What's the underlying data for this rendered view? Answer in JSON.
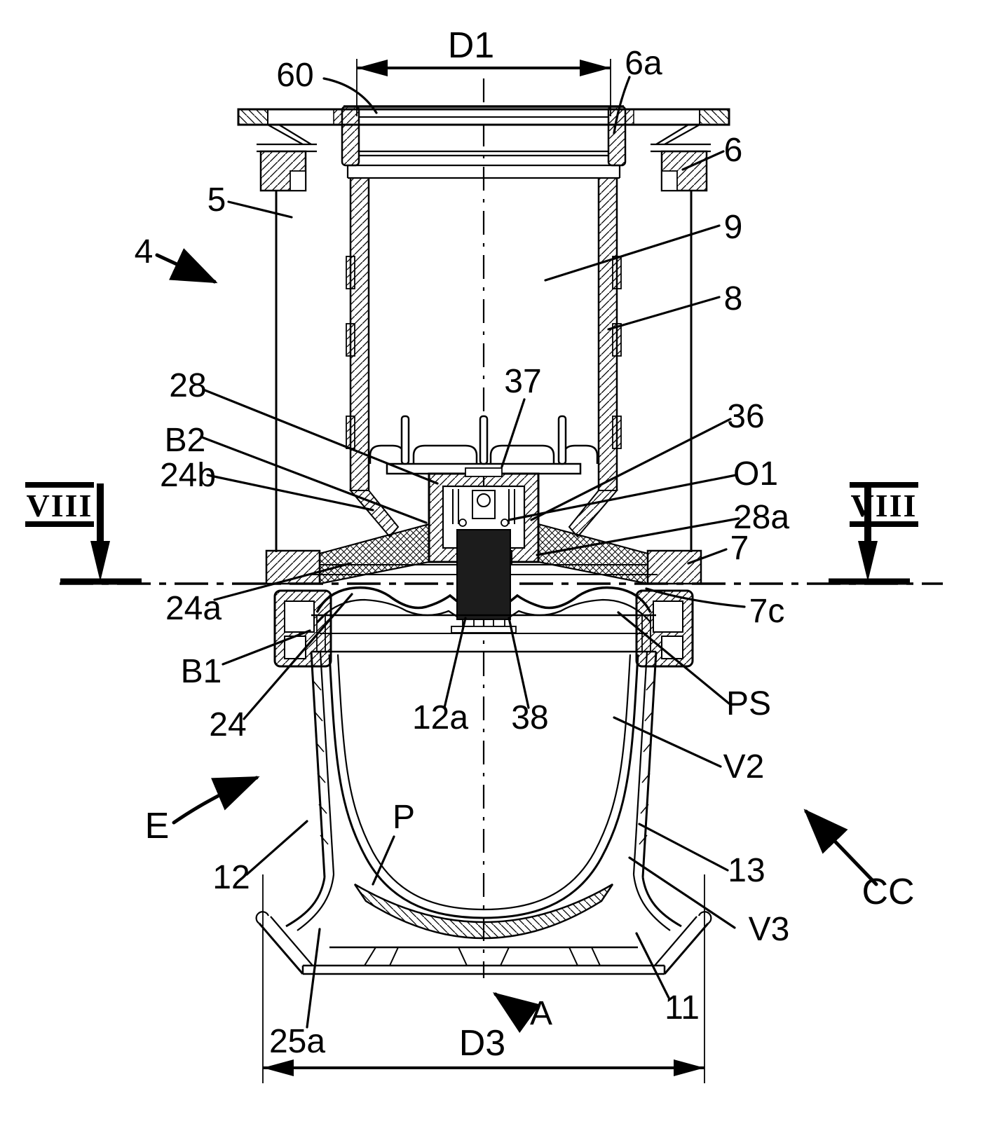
{
  "figure": {
    "kind": "patent cross-section drawing",
    "ink_color": "#000000",
    "paper_color": "#ffffff",
    "section_plane_label": "VIII",
    "axis_label": "A",
    "dimension_labels": [
      "D1",
      "D3"
    ]
  },
  "labels": {
    "d1": {
      "text": "D1"
    },
    "n60": {
      "text": "60"
    },
    "n6a": {
      "text": "6a"
    },
    "n6": {
      "text": "6"
    },
    "n5": {
      "text": "5"
    },
    "n4": {
      "text": "4"
    },
    "n9": {
      "text": "9"
    },
    "n8": {
      "text": "8"
    },
    "n28": {
      "text": "28"
    },
    "b2": {
      "text": "B2"
    },
    "n24b": {
      "text": "24b"
    },
    "n37": {
      "text": "37"
    },
    "n36": {
      "text": "36"
    },
    "o1": {
      "text": "O1"
    },
    "n28a": {
      "text": "28a"
    },
    "n7": {
      "text": "7"
    },
    "viii_left": {
      "text": "VIII"
    },
    "viii_right": {
      "text": "VIII"
    },
    "n24a": {
      "text": "24a"
    },
    "n7c": {
      "text": "7c"
    },
    "b1": {
      "text": "B1"
    },
    "n24": {
      "text": "24"
    },
    "n12a": {
      "text": "12a"
    },
    "n38": {
      "text": "38"
    },
    "ps": {
      "text": "PS"
    },
    "v2": {
      "text": "V2"
    },
    "e": {
      "text": "E"
    },
    "p": {
      "text": "P"
    },
    "n12": {
      "text": "12"
    },
    "n13": {
      "text": "13"
    },
    "cc": {
      "text": "CC"
    },
    "v3": {
      "text": "V3"
    },
    "n25a": {
      "text": "25a"
    },
    "a": {
      "text": "A"
    },
    "n11": {
      "text": "11"
    },
    "d3": {
      "text": "D3"
    }
  }
}
